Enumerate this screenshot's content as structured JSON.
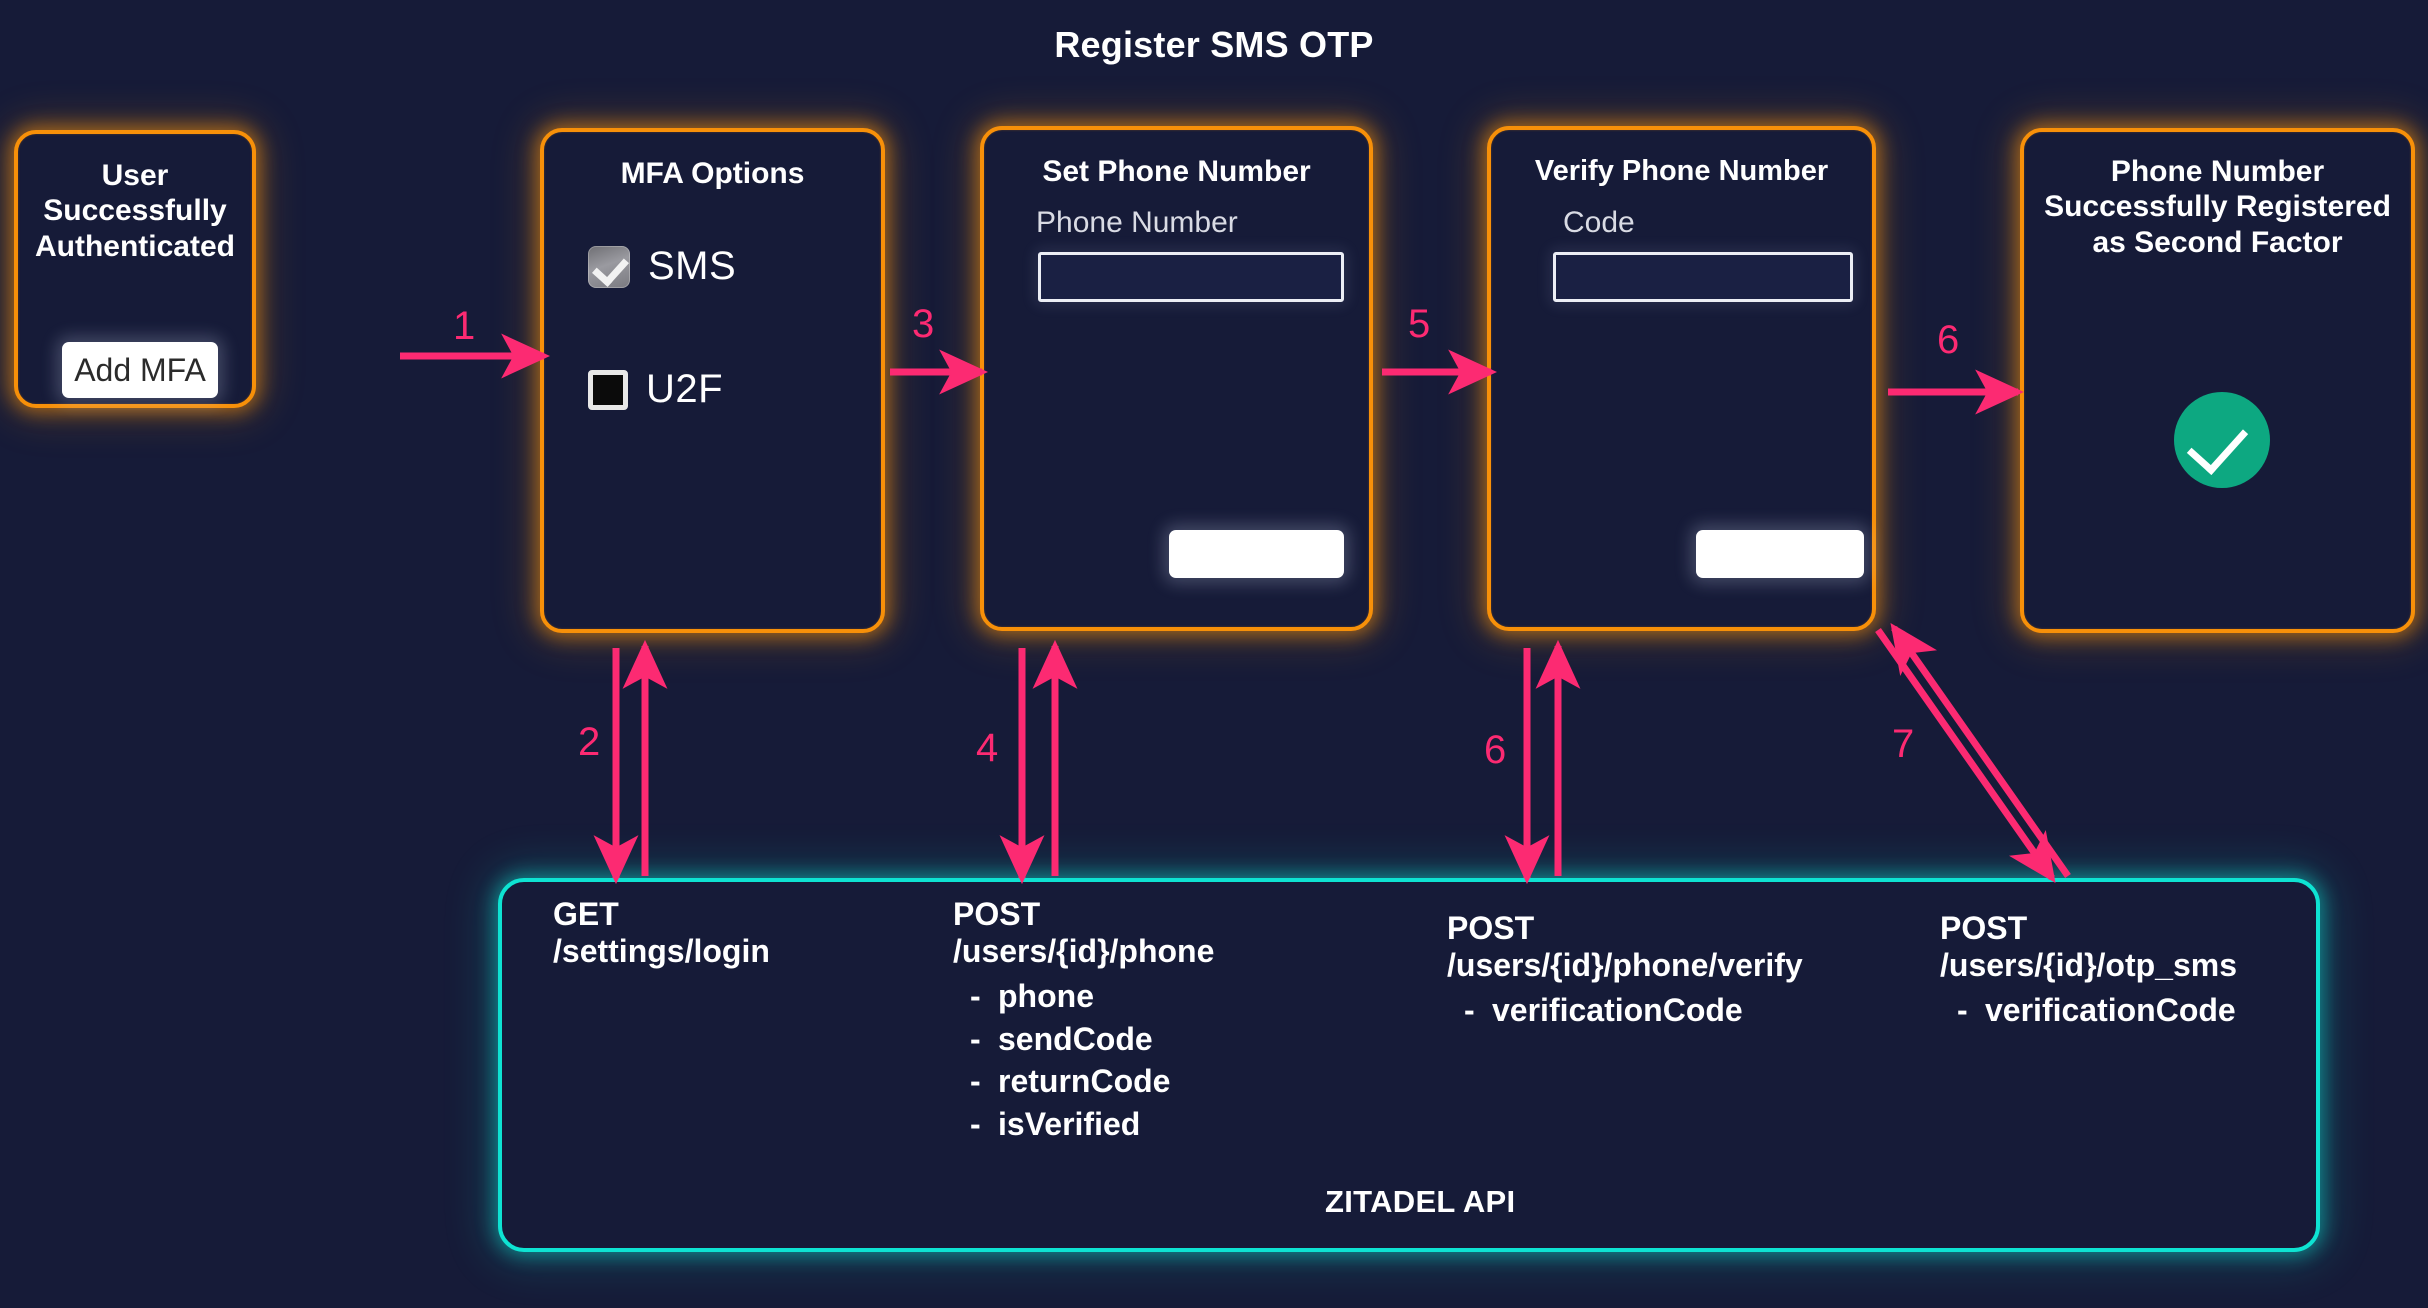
{
  "title": "Register SMS OTP",
  "colors": {
    "background": "#161b38",
    "card_border": "#f79009",
    "api_border": "#0ee3d2",
    "arrow": "#fc2a72",
    "success": "#0da881",
    "text": "#ffffff"
  },
  "cards": [
    {
      "id": "user-authenticated",
      "title": "User Successfully Authenticated",
      "button": "Add MFA"
    },
    {
      "id": "mfa-options",
      "title": "MFA Options",
      "options": [
        {
          "label": "SMS",
          "checked": true
        },
        {
          "label": "U2F",
          "checked": false
        }
      ]
    },
    {
      "id": "set-phone-number",
      "title": "Set Phone Number",
      "field_label": "Phone Number",
      "field_value": "",
      "button": ""
    },
    {
      "id": "verify-phone-number",
      "title": "Verify Phone Number",
      "field_label": "Code",
      "field_value": "",
      "button": ""
    },
    {
      "id": "phone-registered",
      "title": "Phone Number Successfully Registered as Second Factor",
      "icon": "success-check-icon"
    }
  ],
  "api": {
    "name": "ZITADEL API",
    "calls": [
      {
        "verb": "GET",
        "path": "/settings/login",
        "params": []
      },
      {
        "verb": "POST",
        "path": "/users/{id}/phone",
        "params": [
          "phone",
          "sendCode",
          "returnCode",
          "isVerified"
        ]
      },
      {
        "verb": "POST",
        "path": "/users/{id}/phone/verify",
        "params": [
          "verificationCode"
        ]
      },
      {
        "verb": "POST",
        "path": "/users/{id}/otp_sms",
        "params": [
          "verificationCode"
        ]
      }
    ]
  },
  "steps": [
    {
      "n": "1"
    },
    {
      "n": "2"
    },
    {
      "n": "3"
    },
    {
      "n": "4"
    },
    {
      "n": "5"
    },
    {
      "n": "6"
    },
    {
      "n": "6"
    },
    {
      "n": "7"
    }
  ]
}
